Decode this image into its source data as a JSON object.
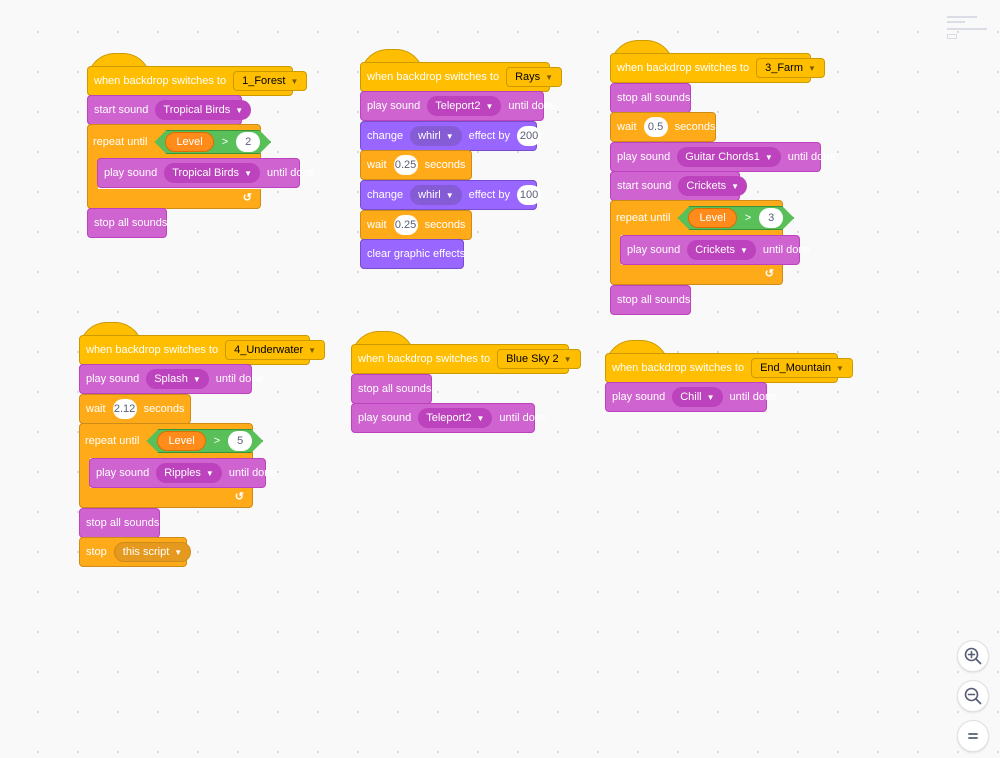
{
  "labels": {
    "when_backdrop": "when backdrop switches to",
    "start_sound": "start sound",
    "play_sound": "play sound",
    "until_done": "until done",
    "repeat_until": "repeat until",
    "stop_all_sounds": "stop all sounds",
    "wait": "wait",
    "seconds": "seconds",
    "change": "change",
    "effect_by": "effect by",
    "clear_effects": "clear graphic effects",
    "stop": "stop",
    "gt": ">",
    "level": "Level",
    "arrow": "↺"
  },
  "scripts": {
    "forest": {
      "backdrop": "1_Forest",
      "start": "Tropical Birds",
      "limit": "2",
      "play": "Tropical Birds"
    },
    "rays": {
      "backdrop": "Rays",
      "play": "Teleport2",
      "effect1": "whirl",
      "val1": "200",
      "wait1": "0.25",
      "effect2": "whirl",
      "val2": "100",
      "wait2": "0.25"
    },
    "farm": {
      "backdrop": "3_Farm",
      "wait": "0.5",
      "play": "Guitar Chords1",
      "start": "Crickets",
      "limit": "3",
      "play2": "Crickets"
    },
    "underwater": {
      "backdrop": "4_Underwater",
      "play": "Splash",
      "wait": "2.12",
      "limit": "5",
      "play2": "Ripples",
      "stop_option": "this script"
    },
    "bluesky": {
      "backdrop": "Blue Sky 2",
      "play": "Teleport2"
    },
    "mountain": {
      "backdrop": "End_Mountain",
      "play": "Chill"
    }
  },
  "zoom": {
    "in_icon": "zoom-in-icon",
    "out_icon": "zoom-out-icon",
    "reset_icon": "zoom-reset-icon"
  }
}
